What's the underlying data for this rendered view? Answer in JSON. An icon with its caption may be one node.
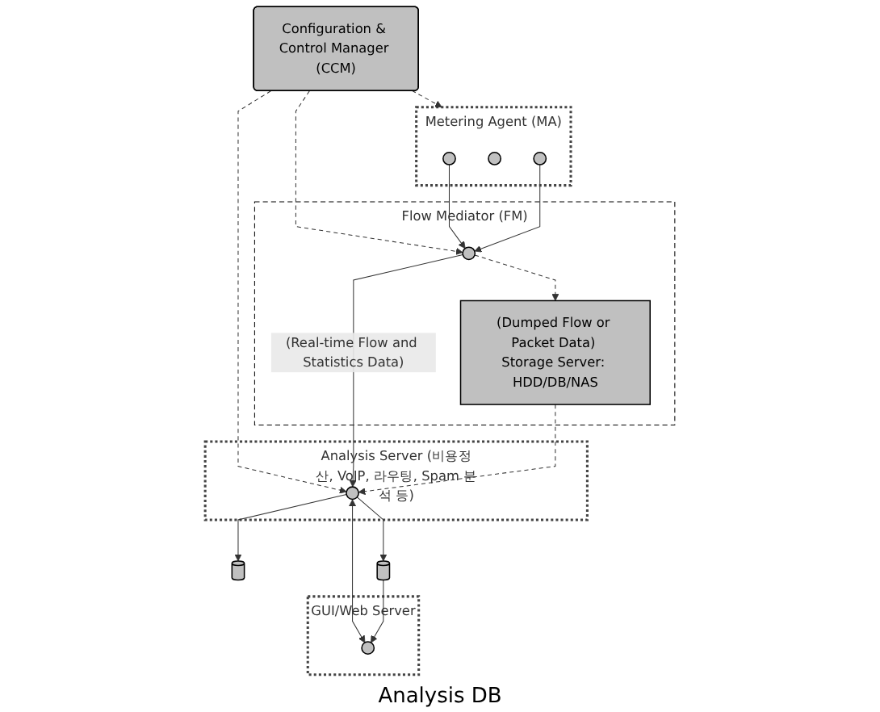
{
  "diagram": {
    "nodes": [
      {
        "text": [
          "Configuration & Control Manager (CCM)"
        ]
      },
      {
        "text": [
          "Analysis Server (비용정산, VoIP, 라우팅, Spam 분석 등)"
        ]
      },
      {
        "text": [],
        "shape": "circle",
        "in": 1
      },
      {
        "text": [
          "GUI/Web Server"
        ]
      },
      {
        "text": [],
        "shape": "circle",
        "in": 3
      },
      {
        "text": [],
        "shape": "cylinder"
      },
      {
        "text": [],
        "shape": "cylinder"
      },
      {
        "text": [
          "Metering Agent (MA)"
        ]
      },
      {
        "text": [],
        "shape": "circle",
        "in": 7
      },
      {
        "text": [],
        "shape": "circle",
        "in": 7
      },
      {
        "text": [],
        "shape": "circle",
        "in": 7
      },
      {
        "text": [
          "Flow Mediator (FM)"
        ]
      },
      {
        "text": [],
        "shape": "circle",
        "in": 11
      },
      {
        "text": [
          "(Dumped Flow or Packet Data) Storage Server: HDD/DB/NAS"
        ],
        "in": 11
      }
    ],
    "edges": [
      {
        "from": 0,
        "to": 2,
        "arrow": "to",
        "style": "dashed"
      },
      {
        "from": 0,
        "to": 7,
        "arrow": "to",
        "style": "dashed"
      },
      {
        "from": 0,
        "to": 12,
        "arrow": "to",
        "style": "dashed"
      },
      {
        "from": 2,
        "to": 4,
        "arrow": "both"
      },
      {
        "from": 2,
        "to": 5,
        "arrow": "to"
      },
      {
        "from": 2,
        "to": 6,
        "arrow": "to"
      },
      {
        "from": 6,
        "to": 4,
        "arrow": "to"
      },
      {
        "from": 8,
        "to": 12,
        "arrow": "to"
      },
      {
        "from": 10,
        "to": 12,
        "arrow": "to"
      },
      {
        "from": 12,
        "to": 2,
        "arrow": "to",
        "label": "(Real-time Flow and Statistics Data)"
      },
      {
        "from": 12,
        "to": 13,
        "arrow": "to",
        "style": "dashed"
      },
      {
        "from": 13,
        "to": 2,
        "arrow": "to",
        "style": "dashed"
      }
    ],
    "labels": [
      "Analysis DB"
    ]
  }
}
